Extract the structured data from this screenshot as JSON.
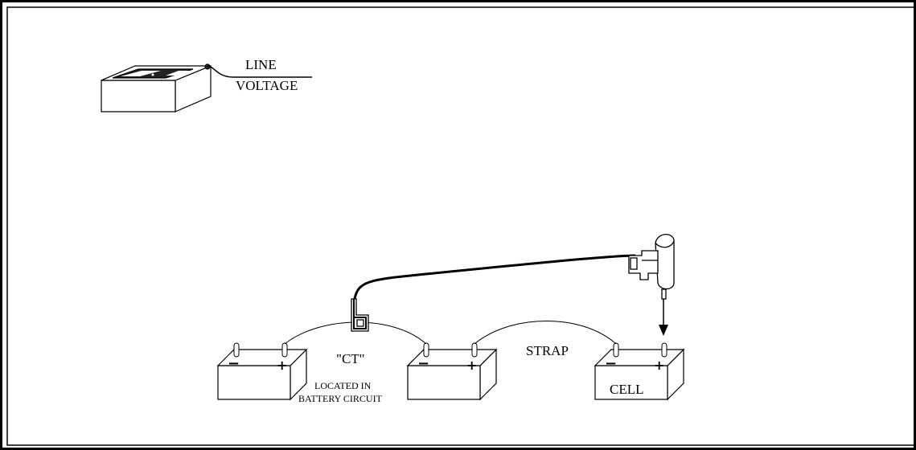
{
  "labels": {
    "line": "LINE",
    "voltage": "VOLTAGE",
    "ct": "\"CT\"",
    "located_in": "LOCATED IN",
    "battery_circuit": "BATTERY CIRCUIT",
    "strap": "STRAP",
    "cell": "CELL"
  },
  "battery_signs": {
    "minus": "−",
    "plus": "+"
  }
}
